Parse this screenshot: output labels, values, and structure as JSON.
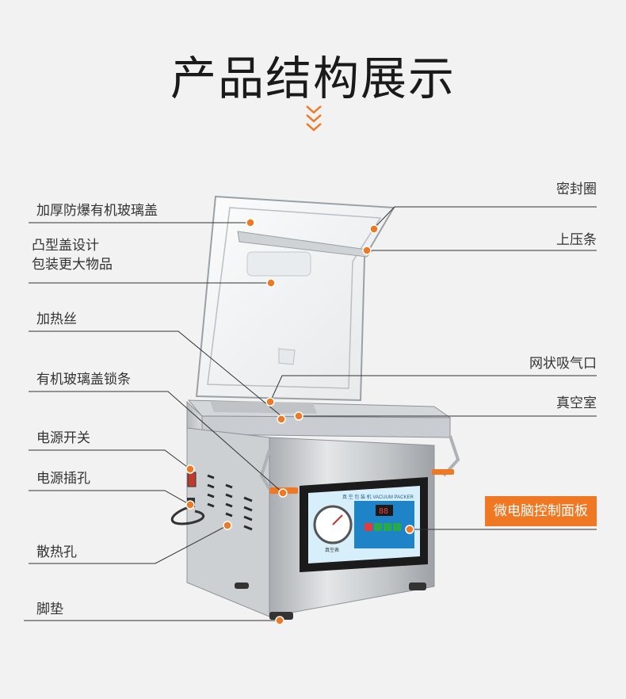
{
  "title": "产品结构展示",
  "accent_color": "#f07822",
  "callouts": {
    "thick_lid": "加厚防爆有机玻璃盖",
    "convex_lid_line1": "凸型盖设计",
    "convex_lid_line2": "包装更大物品",
    "heating_wire": "加热丝",
    "lid_lock_strip": "有机玻璃盖锁条",
    "power_switch": "电源开关",
    "power_socket": "电源插孔",
    "vent_holes": "散热孔",
    "foot_pad": "脚垫",
    "seal_ring": "密封圈",
    "press_bar": "上压条",
    "mesh_inlet": "网状吸气口",
    "vacuum_chamber": "真空室",
    "control_panel": "微电脑控制面板"
  },
  "panel": {
    "brand_text": "真 空 包 装 机  VACUUM PACKER",
    "gauge_caption": "真空表",
    "display_value": "88"
  }
}
